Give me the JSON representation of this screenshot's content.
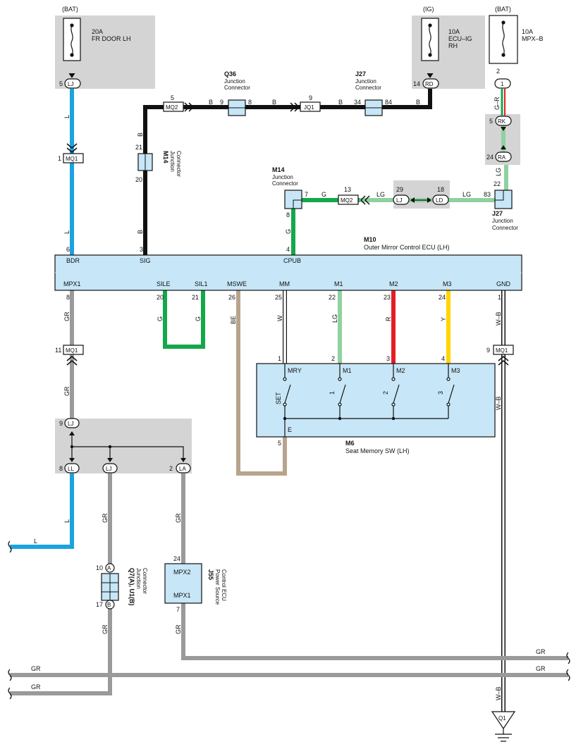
{
  "colors": {
    "L": "#1aa3e0",
    "B": "#111111",
    "G": "#13a84a",
    "LG": "#8fd1a0",
    "GR": "#9a9a9a",
    "BE": "#b8a48c",
    "R": "#e41e26",
    "Y": "#ffd400",
    "W": "#ffffff",
    "WB": "#111111",
    "GN_R": "#13a84a",
    "ecu_fill": "#c7e6f7",
    "grey_box": "#d4d4d4"
  },
  "sources": {
    "bat1": {
      "label": "(BAT)",
      "rating": "20A",
      "name": "FR DOOR LH",
      "pin": "5",
      "conn": "LJ"
    },
    "ig": {
      "label": "(IG)",
      "rating": "10A",
      "name1": "ECU–IG",
      "name2": "RH",
      "pin": "14",
      "conn": "RD"
    },
    "bat2": {
      "label": "(BAT)",
      "rating": "10A",
      "name": "MPX–B",
      "pin": "2",
      "conn": "1"
    }
  },
  "junctions": {
    "q36": {
      "id": "Q36",
      "line1": "Junction",
      "line2": "Connector",
      "pin_left": "9",
      "pin_right": "8"
    },
    "j27_top": {
      "id": "J27",
      "line1": "Junction",
      "line2": "Connector",
      "pin_left": "34",
      "pin_right": "84"
    },
    "m14_left": {
      "id": "M14",
      "line1": "Junction",
      "line2": "Connector",
      "pin_top": "21",
      "pin_bottom": "20"
    },
    "m14_mid": {
      "id": "M14",
      "line1": "Junction",
      "line2": "Connector",
      "pin_a": "7",
      "pin_b": "8"
    },
    "j27_right": {
      "id": "J27",
      "line1": "Junction",
      "line2": "Connector",
      "pin_top": "22",
      "pin_left": "83"
    },
    "q7": {
      "id": "Q7(A), U1(B)",
      "line1": "Junction",
      "line2": "Connector",
      "pin_top": "10",
      "conn_top": "A",
      "pin_bottom": "17",
      "conn_bottom": "B"
    }
  },
  "inline": {
    "mq2_top": {
      "pin": "5",
      "name": "MQ2"
    },
    "jq1": {
      "pin": "9",
      "name": "JQ1"
    },
    "mq1_top": {
      "pin": "1",
      "name": "MQ1"
    },
    "mq2_mid": {
      "pin": "13",
      "name": "MQ2"
    },
    "lj_mid": {
      "pin": "29",
      "name": "LJ"
    },
    "ld_mid": {
      "pin": "18",
      "name": "LD"
    },
    "rk": {
      "pin": "5",
      "name": "RK"
    },
    "ra": {
      "pin": "24",
      "name": "RA"
    },
    "mq1_left": {
      "pin": "11",
      "name": "MQ1"
    },
    "mq1_right": {
      "pin": "9",
      "name": "MQ1"
    },
    "lj_j": {
      "pin": "9",
      "name": "LJ"
    },
    "ll": {
      "pin": "8",
      "name": "LL"
    },
    "lj2": {
      "name": "LJ"
    },
    "la": {
      "pin": "2",
      "name": "LA"
    }
  },
  "ecu_m10": {
    "id": "M10",
    "title": "Outer Mirror Control ECU (LH)",
    "top_pins": [
      {
        "num": "6",
        "name": "BDR"
      },
      {
        "num": "3",
        "name": "SIG"
      },
      {
        "num": "4",
        "name": "CPUB"
      }
    ],
    "bottom_pins": [
      {
        "num": "8",
        "name": "MPX1"
      },
      {
        "num": "20",
        "name": "SILE"
      },
      {
        "num": "21",
        "name": "SIL1"
      },
      {
        "num": "26",
        "name": "MSWE"
      },
      {
        "num": "25",
        "name": "MM"
      },
      {
        "num": "22",
        "name": "M1"
      },
      {
        "num": "23",
        "name": "M2"
      },
      {
        "num": "24",
        "name": "M3"
      },
      {
        "num": "1",
        "name": "GND"
      }
    ]
  },
  "seat_sw": {
    "id": "M6",
    "title": "Seat Memory SW (LH)",
    "pins": [
      {
        "num": "1",
        "name": "MRY",
        "sw": "SET"
      },
      {
        "num": "2",
        "name": "M1",
        "sw": "1"
      },
      {
        "num": "3",
        "name": "M2",
        "sw": "2"
      },
      {
        "num": "4",
        "name": "M3",
        "sw": "3"
      }
    ],
    "e_pin": "5",
    "e_label": "E"
  },
  "power_ecu": {
    "id": "J55",
    "line1": "Power Source",
    "line2": "Control ECU",
    "top_pin": "24",
    "top_name": "MPX2",
    "bottom_pin": "7",
    "bottom_name": "MPX1"
  },
  "wire_labels": {
    "L": "L",
    "B": "B",
    "G": "G",
    "LG": "LG",
    "GR": "GR",
    "BE": "BE",
    "W": "W",
    "R": "R",
    "Y": "Y",
    "WB": "W–B",
    "GR_R": "G–R"
  },
  "ground": {
    "name": "Q1"
  }
}
